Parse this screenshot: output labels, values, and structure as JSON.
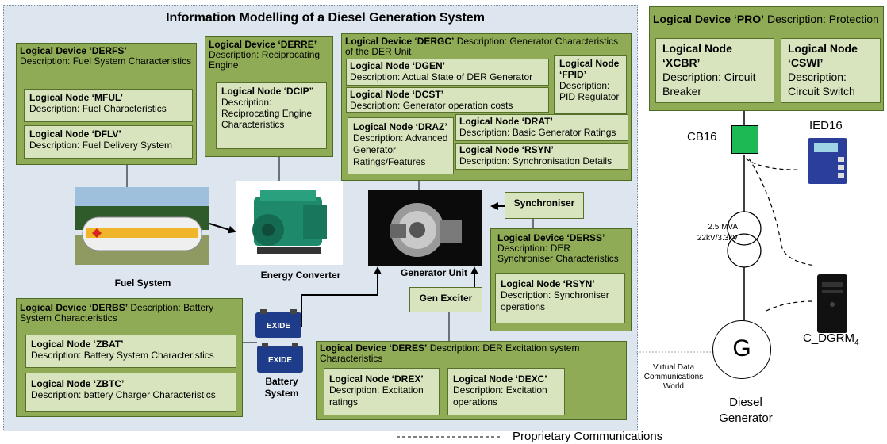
{
  "title": "Information Modelling of a Diesel Generation System",
  "derfs": {
    "head": "Logical Device ‘DERFS’",
    "desc": "Description: Fuel System Characteristics",
    "n1_title": "Logical Node ‘MFUL’",
    "n1_desc": "Description: Fuel Characteristics",
    "n2_title": "Logical Node ‘DFLV’",
    "n2_desc": "Description: Fuel Delivery System"
  },
  "derre": {
    "head": "Logical Device ‘DERRE’",
    "desc": "Description: Reciprocating Engine",
    "n_title": "Logical Node ‘DCIP”",
    "n_desc": "Description: Reciprocating Engine Characteristics"
  },
  "dergc": {
    "head": "Logical Device ‘DERGC’",
    "desc": " Description: Generator Characteristics of the DER Unit",
    "dgen_t": "Logical Node ‘DGEN’",
    "dgen_d": "Description: Actual State of DER Generator",
    "dcst_t": "Logical Node ‘DCST’",
    "dcst_d": "Description: Generator operation costs",
    "fpid_t": "Logical Node ‘FPID’",
    "fpid_d": "Description: PID Regulator",
    "draz_t": "Logical Node ‘DRAZ’",
    "draz_d": "Description: Advanced Generator Ratings/Features",
    "drat_t": "Logical Node ‘DRAT’",
    "drat_d": "Description: Basic Generator Ratings",
    "rsyn_t": "Logical Node ‘RSYN’",
    "rsyn_d": "Description: Synchronisation Details"
  },
  "pro": {
    "head": "Logical Device ‘PRO’",
    "desc": " Description: Protection",
    "xcbr_t": "Logical Node ‘XCBR’",
    "xcbr_d": "Description: Circuit Breaker",
    "cswi_t": "Logical Node ‘CSWI’",
    "cswi_d": "Description: Circuit Switch"
  },
  "derss": {
    "head": "Logical Device ‘DERSS’",
    "desc": " Description: DER Synchroniser Characteristics",
    "n_title": "Logical Node ‘RSYN’",
    "n_desc": "Description: Synchroniser operations"
  },
  "derbs": {
    "head": "Logical Device ‘DERBS’",
    "desc": " Description: Battery System Characteristics",
    "n1_title": "Logical Node ‘ZBAT’",
    "n1_desc": "Description: Battery System Characteristics",
    "n2_title": "Logical Node ‘ZBTC’",
    "n2_desc": "Description: battery Charger Characteristics"
  },
  "deres": {
    "head": "Logical Device ‘DERES’",
    "desc": " Description: DER Excitation system Characteristics",
    "n1_title": "Logical Node ‘DREX’",
    "n1_desc": "Description: Excitation ratings",
    "n2_title": "Logical Node ‘DEXC’",
    "n2_desc": "Description: Excitation operations"
  },
  "labels": {
    "synchroniser": "Synchroniser",
    "gen_exciter": "Gen Exciter",
    "fuel_system": "Fuel System",
    "energy_converter": "Energy Converter",
    "generator_unit": "Generator Unit",
    "battery_system": "Battery System",
    "battery_brand": "EXIDE"
  },
  "grid": {
    "cb16": "CB16",
    "ied16": "IED16",
    "rating": "2.5 MVA",
    "voltage": "22kV/3.3kV",
    "gen_symbol": "G",
    "gen_label": "Diesel Generator",
    "dgrm": "C_DGRM",
    "dgrm_sub": "4",
    "virtual": "Virtual Data Communications World",
    "legend": "Proprietary Communications"
  }
}
